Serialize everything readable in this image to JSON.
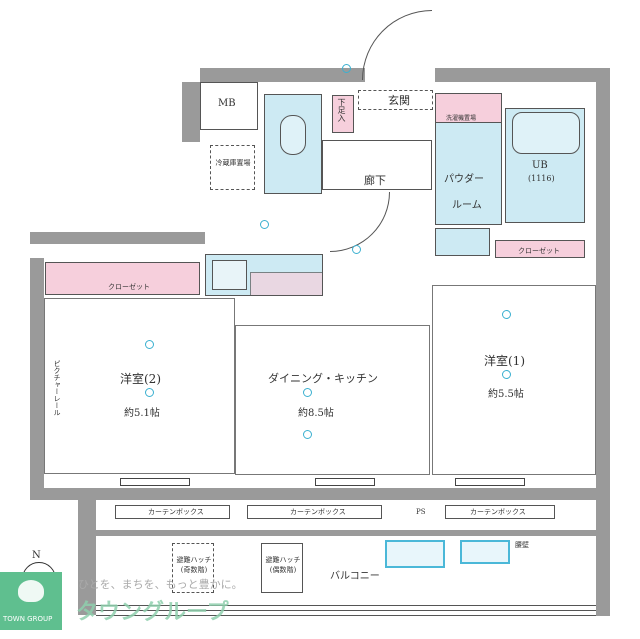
{
  "rooms": {
    "mb": "MB",
    "entrance": "玄関",
    "shoe_box": "下足入",
    "fridge": "冷蔵庫置場",
    "hallway": "廊下",
    "washer": "洗濯機置場",
    "powder": "パウダー",
    "powder2": "ルーム",
    "ub": "UB",
    "ub_size": "(1116)",
    "closet_left": "クローゼット",
    "closet_right": "クローゼット",
    "western2": "洋室(2)",
    "western2_size": "約5.1帖",
    "dk": "ダイニング・キッチン",
    "dk_size": "約8.5帖",
    "western1": "洋室(1)",
    "western1_size": "約5.5帖",
    "picture_rail": "ピクチャーレール",
    "curtain_box_1": "カーテンボックス",
    "curtain_box_2": "カーテンボックス",
    "curtain_box_3": "カーテンボックス",
    "ps": "PS",
    "hatch_odd": "避難ハッチ(奇数階)",
    "hatch_even": "避難ハッチ(偶数階)",
    "balcony": "バルコニー",
    "small_note": "腰壁"
  },
  "compass": "N",
  "watermark": {
    "tagline": "ひとを、まちを、もっと豊かに。",
    "brand": "タウングループ",
    "logo_text": "TOWN GROUP",
    "logo_color": "#5fbf8f"
  }
}
